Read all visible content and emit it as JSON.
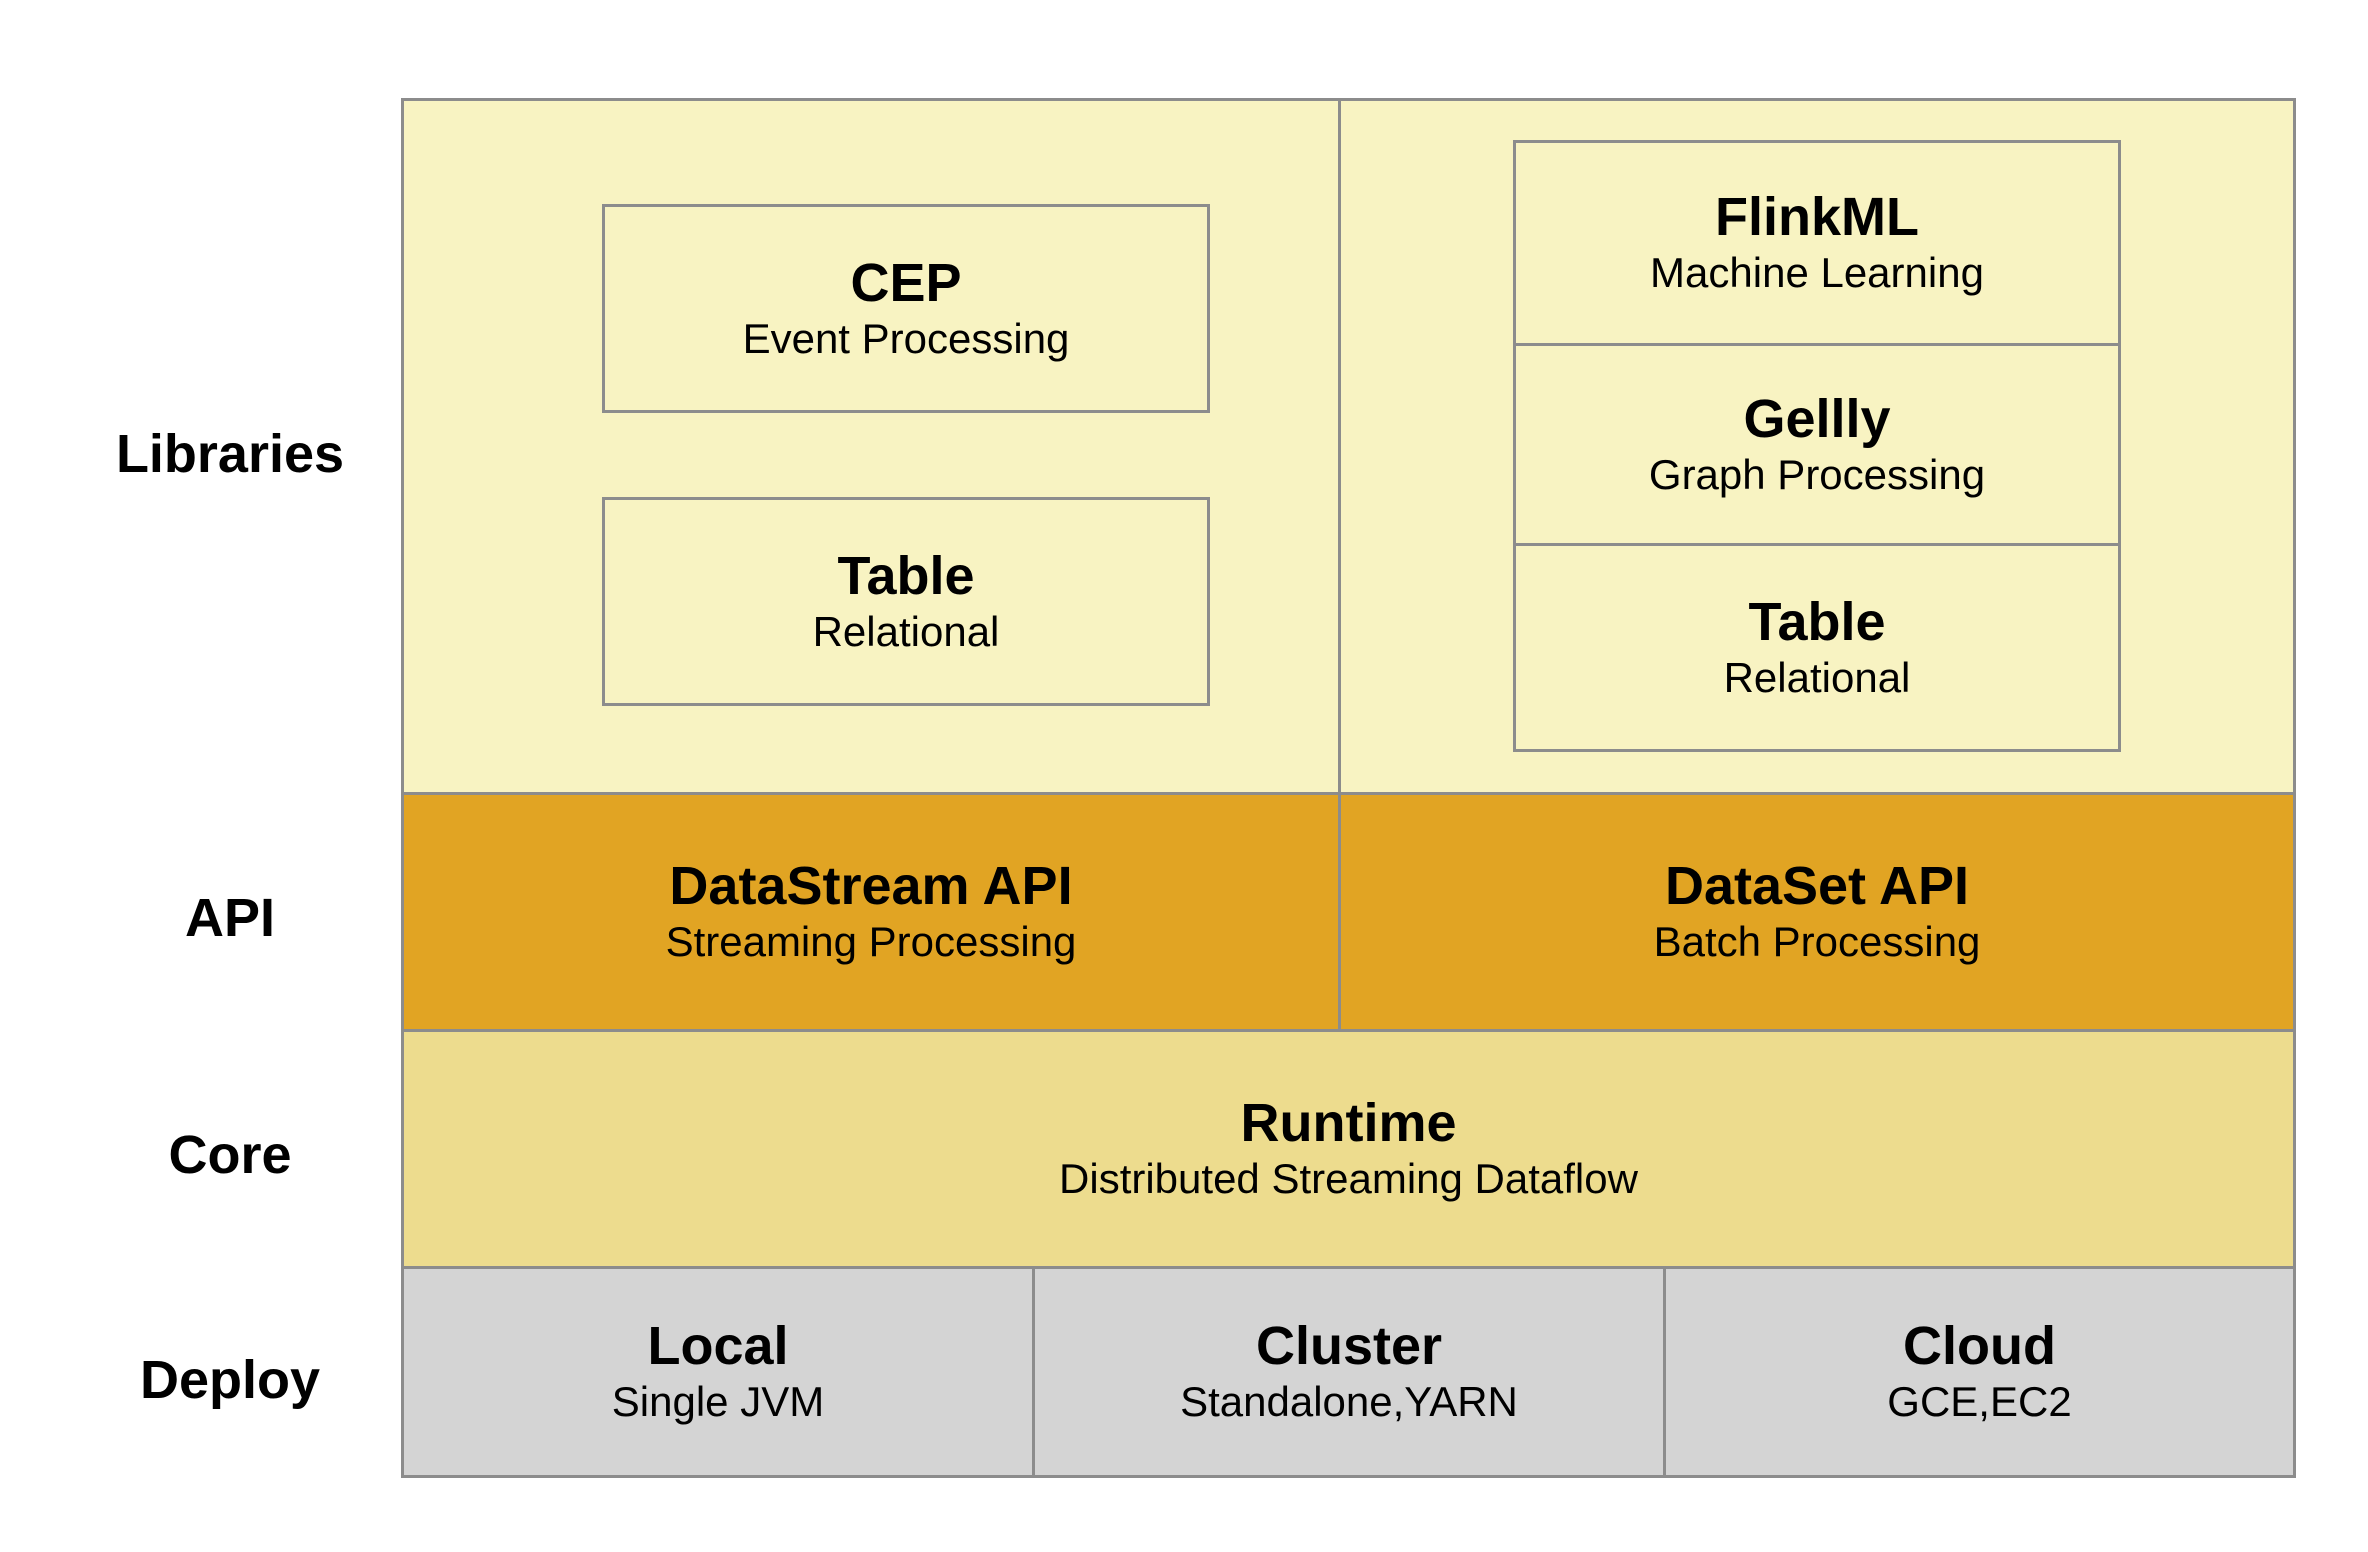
{
  "rows": {
    "libraries": "Libraries",
    "api": "API",
    "core": "Core",
    "deploy": "Deploy"
  },
  "libraries": {
    "streaming": [
      {
        "title": "CEP",
        "subtitle": "Event Processing"
      },
      {
        "title": "Table",
        "subtitle": "Relational"
      }
    ],
    "batch": [
      {
        "title": "FlinkML",
        "subtitle": "Machine Learning"
      },
      {
        "title": "Gellly",
        "subtitle": "Graph Processing"
      },
      {
        "title": "Table",
        "subtitle": "Relational"
      }
    ]
  },
  "api": {
    "datastream": {
      "title": "DataStream API",
      "subtitle": "Streaming Processing"
    },
    "dataset": {
      "title": "DataSet API",
      "subtitle": "Batch Processing"
    }
  },
  "core": {
    "runtime": {
      "title": "Runtime",
      "subtitle": "Distributed Streaming Dataflow"
    }
  },
  "deploy": {
    "local": {
      "title": "Local",
      "subtitle": "Single JVM"
    },
    "cluster": {
      "title": "Cluster",
      "subtitle": "Standalone,YARN"
    },
    "cloud": {
      "title": "Cloud",
      "subtitle": "GCE,EC2"
    }
  },
  "colors": {
    "libraries_bg": "#f8f3c2",
    "api_bg": "#e1a423",
    "core_bg": "#eddc8e",
    "deploy_bg": "#d4d4d4",
    "border": "#8c8c8c"
  }
}
